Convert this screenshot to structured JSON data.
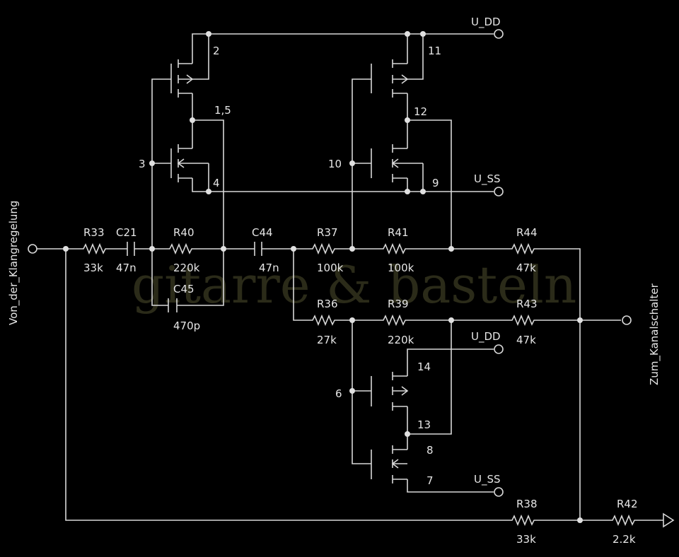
{
  "watermark": "gitarre & basteln",
  "terminals": {
    "input": "Von_der_Klangregelung",
    "output": "Zum_Kanalschalter",
    "vdd_top": "U_DD",
    "vss_top": "U_SS",
    "vdd_bottom": "U_DD",
    "vss_bottom": "U_SS"
  },
  "components": {
    "R33": {
      "name": "R33",
      "value": "33k"
    },
    "C21": {
      "name": "C21",
      "value": "47n"
    },
    "R40": {
      "name": "R40",
      "value": "220k"
    },
    "C45": {
      "name": "C45",
      "value": "470p"
    },
    "C44": {
      "name": "C44",
      "value": "47n"
    },
    "R37": {
      "name": "R37",
      "value": "100k"
    },
    "R41": {
      "name": "R41",
      "value": "100k"
    },
    "R44": {
      "name": "R44",
      "value": "47k"
    },
    "R36": {
      "name": "R36",
      "value": "27k"
    },
    "R39": {
      "name": "R39",
      "value": "220k"
    },
    "R43": {
      "name": "R43",
      "value": "47k"
    },
    "R38": {
      "name": "R38",
      "value": "33k"
    },
    "R42": {
      "name": "R42",
      "value": "2.2k"
    }
  },
  "pins": {
    "p1": "2",
    "p2": "1,5",
    "p3": "3",
    "p4": "4",
    "p5": "11",
    "p6": "12",
    "p7": "10",
    "p8": "9",
    "p9": "14",
    "p10": "6",
    "p11": "13",
    "p12": "8",
    "p13": "7"
  }
}
